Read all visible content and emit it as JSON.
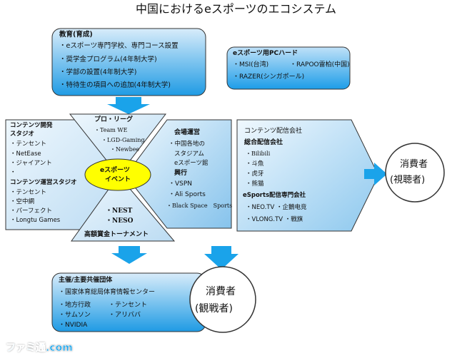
{
  "title": "中国におけるeスポーツのエコシステム",
  "education": {
    "heading": "教育(育成)",
    "items": [
      "・eスポーツ専門学校、専門コース設置",
      "・奨学金プログラム(4年制大学)",
      "・学部の設置(4年制大学)",
      "・特待生の項目への追加(4年制大学)"
    ]
  },
  "hardware": {
    "heading": "eスポーツ用PCハード",
    "items": [
      "・MSI(台湾)",
      "・RAPOO雷柏(中国)",
      "・RAZER(シンガポール)"
    ]
  },
  "content_dev": {
    "heading1": "コンテンツ開発",
    "heading2": "スタジオ",
    "items": [
      "・テンセント",
      "・NetEase",
      "・ジャイアント",
      "・"
    ],
    "heading3": "コンテンツ運営スタジオ",
    "items2": [
      "・テンセント",
      "・空中網",
      "・パーフェクト",
      "・Longtu Games"
    ]
  },
  "pro_league": {
    "heading": "プロ・リーグ",
    "items": [
      "・Team WE",
      "・LGD-Gaming",
      "・Newbee"
    ]
  },
  "center": {
    "line1": "eスポーツ",
    "line2": "イベント"
  },
  "tournament": {
    "items": [
      "・NEST",
      "・NESO"
    ],
    "heading": "高額賞金トーナメント"
  },
  "venue": {
    "heading": "会場運営",
    "items": [
      "・中国各地の",
      "スタジアム",
      "eスポーツ館"
    ],
    "heading2": "興行",
    "items2": [
      "・VSPN",
      "・Ali Sports",
      "・Black Space　Sports"
    ]
  },
  "distribution": {
    "heading": "コンテンツ配信会社",
    "sub1": "総合配信会社",
    "items": [
      "・Bilibili",
      "・斗魚",
      "・虎牙",
      "・熊猫"
    ],
    "sub2": "eSports配信専門会社",
    "items2": [
      "・NEO.TV ・企鵝电竞",
      "・VLONG.TV ・戦旗"
    ]
  },
  "consumer_viewers": {
    "line1": "消費者",
    "line2": "(視聴者)"
  },
  "organizers": {
    "heading": "主催/主要共催団体",
    "items": [
      "・国家体育総局体育情報センター",
      "・地方行政",
      "・テンセント",
      "・サムソン",
      "・アリババ",
      "・NVIDIA"
    ]
  },
  "consumer_spectators": {
    "line1": "消費者",
    "line2": "(観戦者)"
  },
  "watermark": "ファミ通.com",
  "colors": {
    "fill": "#1aa3ea",
    "box_light": "#cfe7f7",
    "text_dark": "#111111"
  }
}
